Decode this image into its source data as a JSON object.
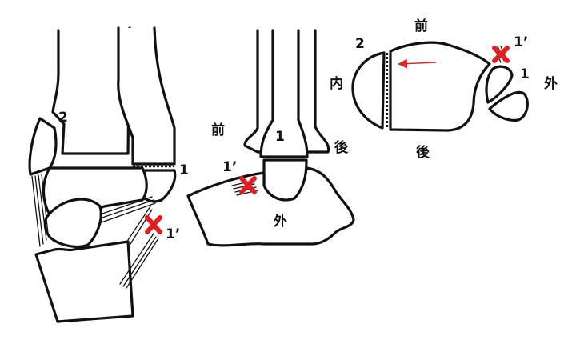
{
  "colors": {
    "outline": "#111111",
    "injury_marker": "#e02020",
    "arrow": "#d42a2a"
  },
  "icons": {
    "injury_marker": "red-x-mark",
    "displacement_arrow": "red-arrow-left"
  },
  "front_view": {
    "label_medial_malleolus": "2",
    "label_lateral_malleolus": "1",
    "label_ligament_injury": "1’"
  },
  "lateral_view": {
    "label_anterior": "前",
    "label_posterior": "後",
    "label_fibula": "1",
    "label_ligament_injury": "1’",
    "label_lateral": "外"
  },
  "axial_view": {
    "label_anterior": "前",
    "label_posterior": "後",
    "label_medial": "内",
    "label_lateral": "外",
    "label_medial_malleolus": "2",
    "label_fibula": "1",
    "label_ligament_injury": "1’"
  }
}
